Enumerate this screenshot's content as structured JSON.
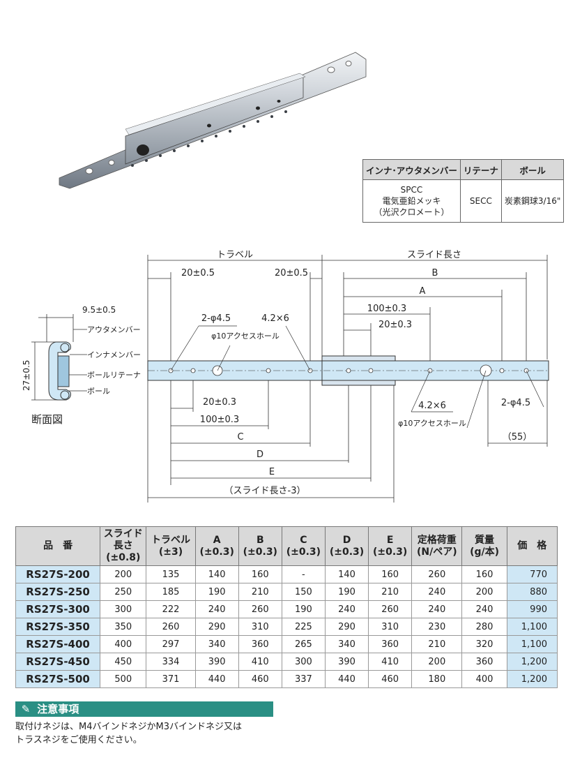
{
  "material_table": {
    "headers": [
      "インナ･アウタメンバー",
      "リテーナ",
      "ボール"
    ],
    "inner_outer": [
      "SPCC",
      "電気亜鉛メッキ",
      "（光沢クロメート）"
    ],
    "retainer": "SECC",
    "ball": "炭素鋼球3/16\""
  },
  "drawing": {
    "travel": "トラベル",
    "slide_length": "スライド長さ",
    "dim_20_a": "20±0.5",
    "dim_20_b": "20±0.5",
    "B": "B",
    "A": "A",
    "dim_100_top": "100±0.3",
    "dim_20_top": "20±0.3",
    "hole_2_45_left": "2-φ4.5",
    "hole_42x6_left": "4.2×6",
    "access_left": "φ10アクセスホール",
    "dim_20_bottom": "20±0.3",
    "dim_100_bottom": "100±0.3",
    "C": "C",
    "D": "D",
    "E": "E",
    "slide_minus3": "（スライド長さ-3）",
    "hole_42x6_right": "4.2×6",
    "hole_2_45_right": "2-φ4.5",
    "access_right": "φ10アクセスホール",
    "dim_55": "（55）"
  },
  "section": {
    "width_label": "9.5±0.5",
    "height_label": "27±0.5",
    "outer": "アウタメンバー",
    "inner": "インナメンバー",
    "retainer": "ボールリテーナ",
    "ball": "ボール",
    "caption": "断面図"
  },
  "spec_table": {
    "headers": [
      [
        "品　番",
        ""
      ],
      [
        "スライド長さ",
        "(±0.8)"
      ],
      [
        "トラベル",
        "(±3)"
      ],
      [
        "A",
        "(±0.3)"
      ],
      [
        "B",
        "(±0.3)"
      ],
      [
        "C",
        "(±0.3)"
      ],
      [
        "D",
        "(±0.3)"
      ],
      [
        "E",
        "(±0.3)"
      ],
      [
        "定格荷重",
        "(N/ペア)"
      ],
      [
        "質量",
        "(g/本)"
      ],
      [
        "価　格",
        ""
      ]
    ],
    "rows": [
      [
        "RS27S-200",
        "200",
        "135",
        "140",
        "160",
        "-",
        "140",
        "160",
        "260",
        "160",
        "770"
      ],
      [
        "RS27S-250",
        "250",
        "185",
        "190",
        "210",
        "150",
        "190",
        "210",
        "240",
        "200",
        "880"
      ],
      [
        "RS27S-300",
        "300",
        "222",
        "240",
        "260",
        "190",
        "240",
        "260",
        "240",
        "240",
        "990"
      ],
      [
        "RS27S-350",
        "350",
        "260",
        "290",
        "310",
        "225",
        "290",
        "310",
        "230",
        "280",
        "1,100"
      ],
      [
        "RS27S-400",
        "400",
        "297",
        "340",
        "360",
        "265",
        "340",
        "360",
        "210",
        "320",
        "1,100"
      ],
      [
        "RS27S-450",
        "450",
        "334",
        "390",
        "410",
        "300",
        "390",
        "410",
        "200",
        "360",
        "1,200"
      ],
      [
        "RS27S-500",
        "500",
        "371",
        "440",
        "460",
        "337",
        "440",
        "460",
        "180",
        "400",
        "1,200"
      ]
    ]
  },
  "caution": {
    "title": "注意事項",
    "text_line1": "取付けネジは、M4バインドネジかM3バインドネジ又は",
    "text_line2": "トラスネジをご使用ください。"
  }
}
